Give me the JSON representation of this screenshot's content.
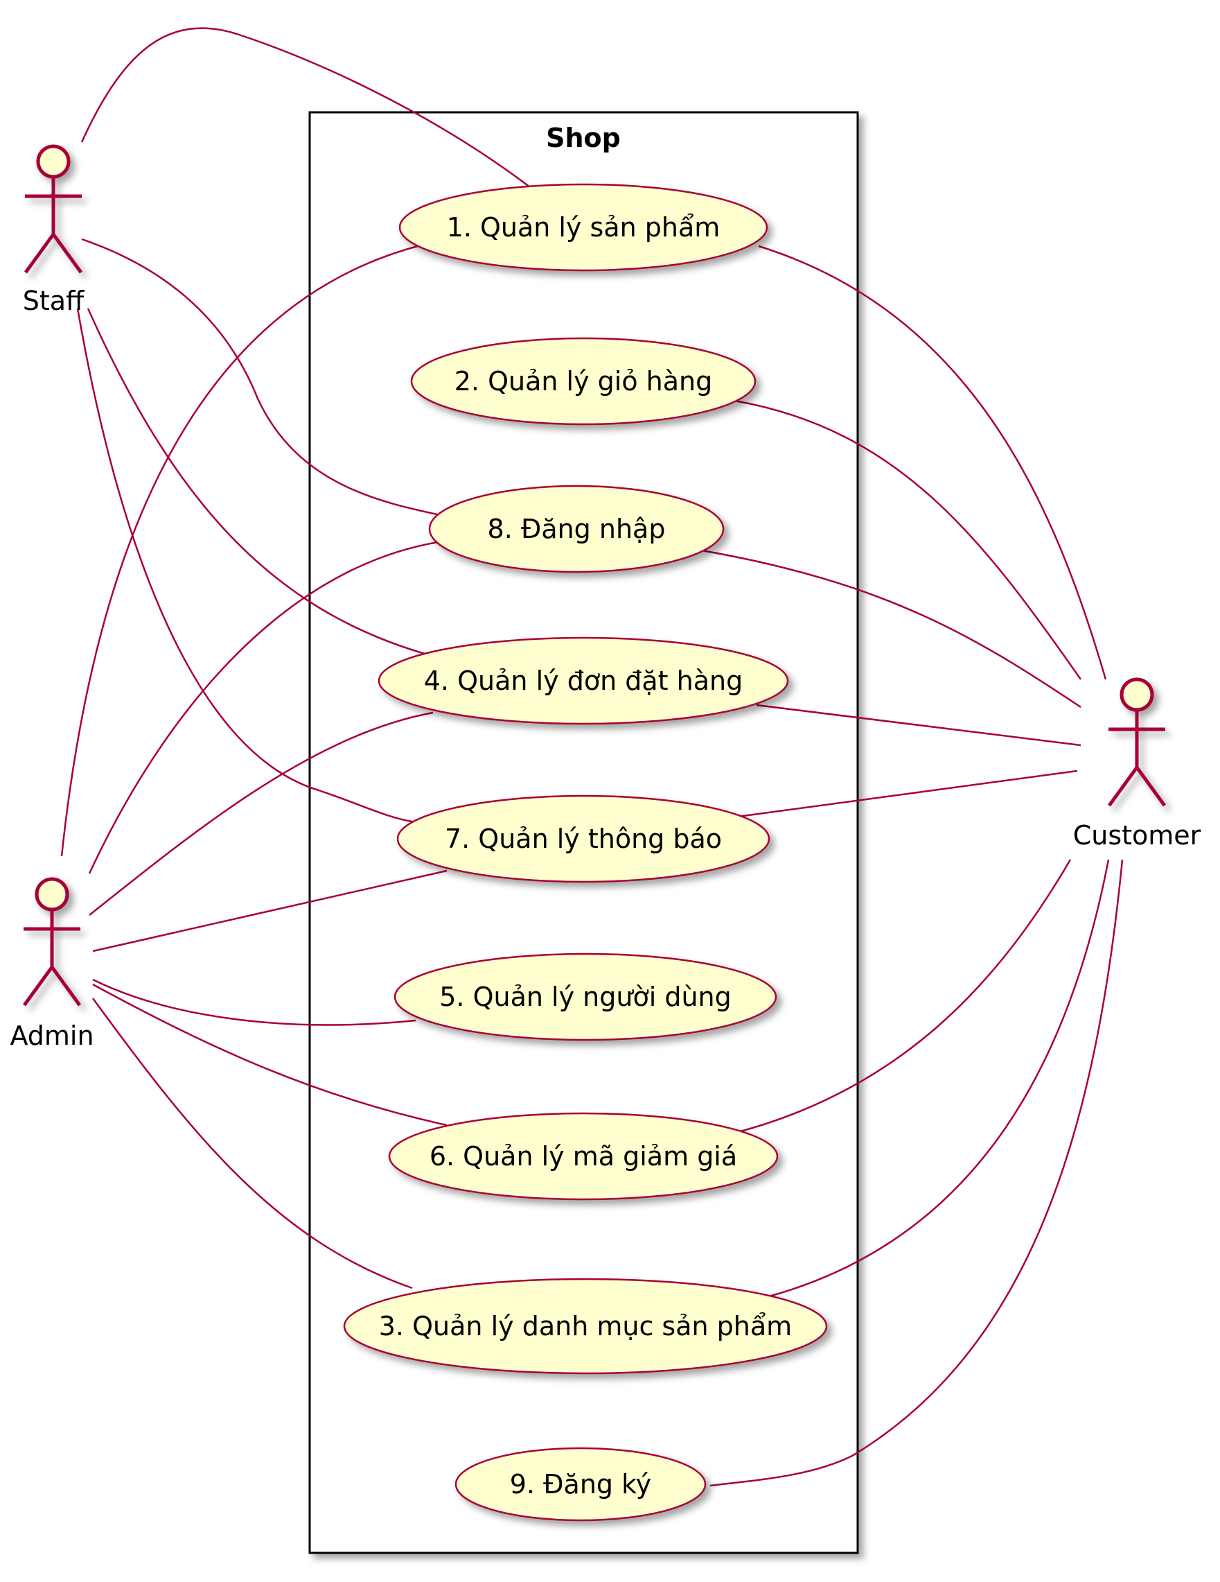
{
  "system": {
    "title": "Shop"
  },
  "actors": {
    "staff": "Staff",
    "admin": "Admin",
    "customer": "Customer"
  },
  "usecases": {
    "uc1": "1. Quản lý sản phẩm",
    "uc2": "2. Quản lý giỏ hàng",
    "uc8": "8. Đăng nhập",
    "uc4": "4. Quản lý đơn đặt hàng",
    "uc7": "7. Quản lý thông báo",
    "uc5": "5. Quản lý người dùng",
    "uc6": "6. Quản lý mã giảm giá",
    "uc3": "3. Quản lý danh mục sản phẩm",
    "uc9": "9. Đăng ký"
  },
  "colors": {
    "line": "#a80036",
    "fill": "#fefece",
    "border": "#000000"
  }
}
